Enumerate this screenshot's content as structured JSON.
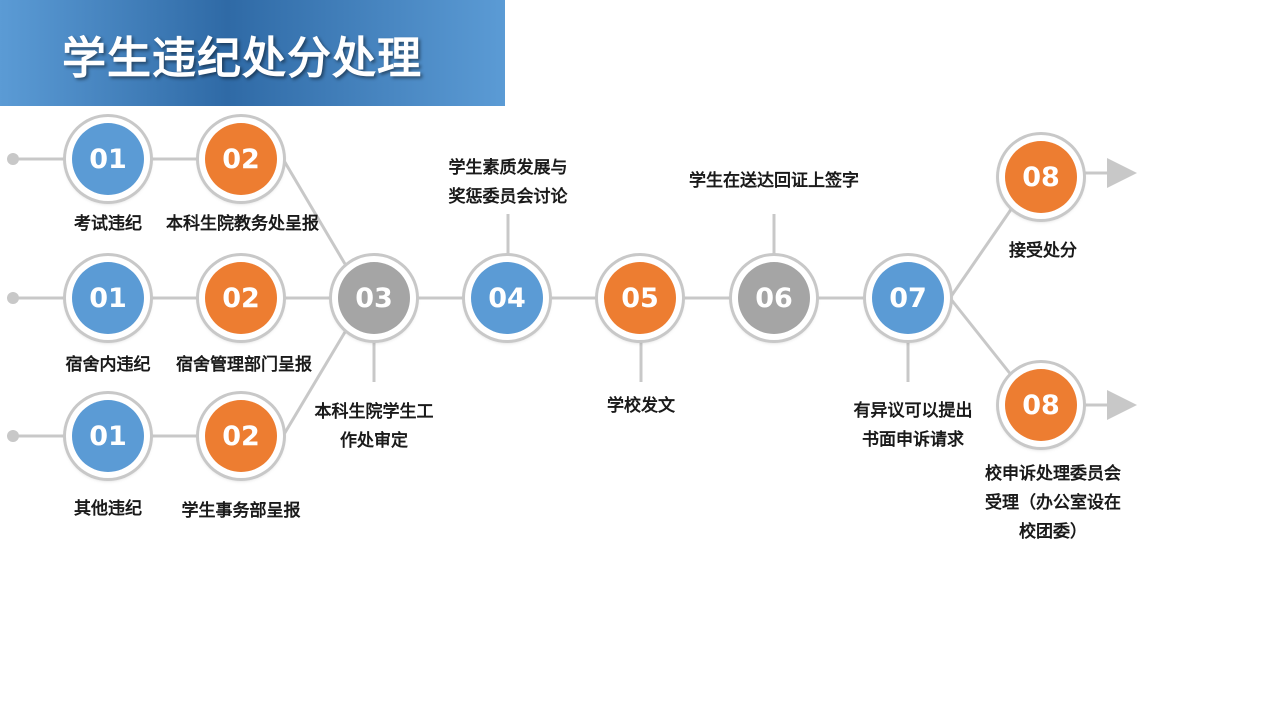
{
  "title": "学生违纪处分处理",
  "nodes": {
    "a1": "01",
    "a2": "02",
    "b1": "01",
    "b2": "02",
    "c1": "01",
    "c2": "02",
    "n03": "03",
    "n04": "04",
    "n05": "05",
    "n06": "06",
    "n07": "07",
    "n08a": "08",
    "n08b": "08"
  },
  "labels": {
    "a1": "考试违纪",
    "a2": "本科生院教务处呈报",
    "b1": "宿舍内违纪",
    "b2": "宿舍管理部门呈报",
    "c1": "其他违纪",
    "c2": "学生事务部呈报",
    "n03": [
      "本科生院学生工",
      "作处审定"
    ],
    "n04": [
      "学生素质发展与",
      "奖惩委员会讨论"
    ],
    "n05": "学校发文",
    "n06": "学生在送达回证上签字",
    "n07": [
      "有异议可以提出",
      "书面申诉请求"
    ],
    "n08a": "接受处分",
    "n08b": [
      "校申诉处理委员会",
      "受理（办公室设在",
      "校团委）"
    ]
  },
  "colors": {
    "blue": "#5b9bd5",
    "orange": "#ed7d31",
    "gray": "#a5a5a5",
    "line": "#c8c8c8"
  }
}
